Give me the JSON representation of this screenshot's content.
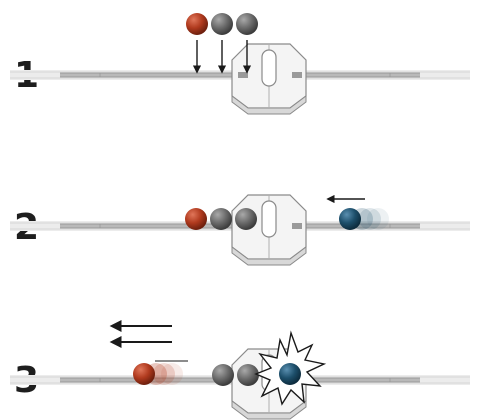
{
  "steps": [
    {
      "number": "1"
    },
    {
      "number": "2"
    },
    {
      "number": "3"
    }
  ],
  "colors": {
    "red_ball": "#b03a1e",
    "gray_ball": "#6b6b6b",
    "blue_ball": "#1d4f6b",
    "track": "#cfcfcf",
    "block": "#f4f4f4",
    "outline": "#8a8a8a",
    "arrow": "#1a1a1a"
  },
  "icons": {
    "red": "red-ball-icon",
    "gray": "gray-ball-icon",
    "blue": "blue-ball-icon",
    "arrow": "arrow-icon",
    "collision": "collision-burst-icon"
  }
}
